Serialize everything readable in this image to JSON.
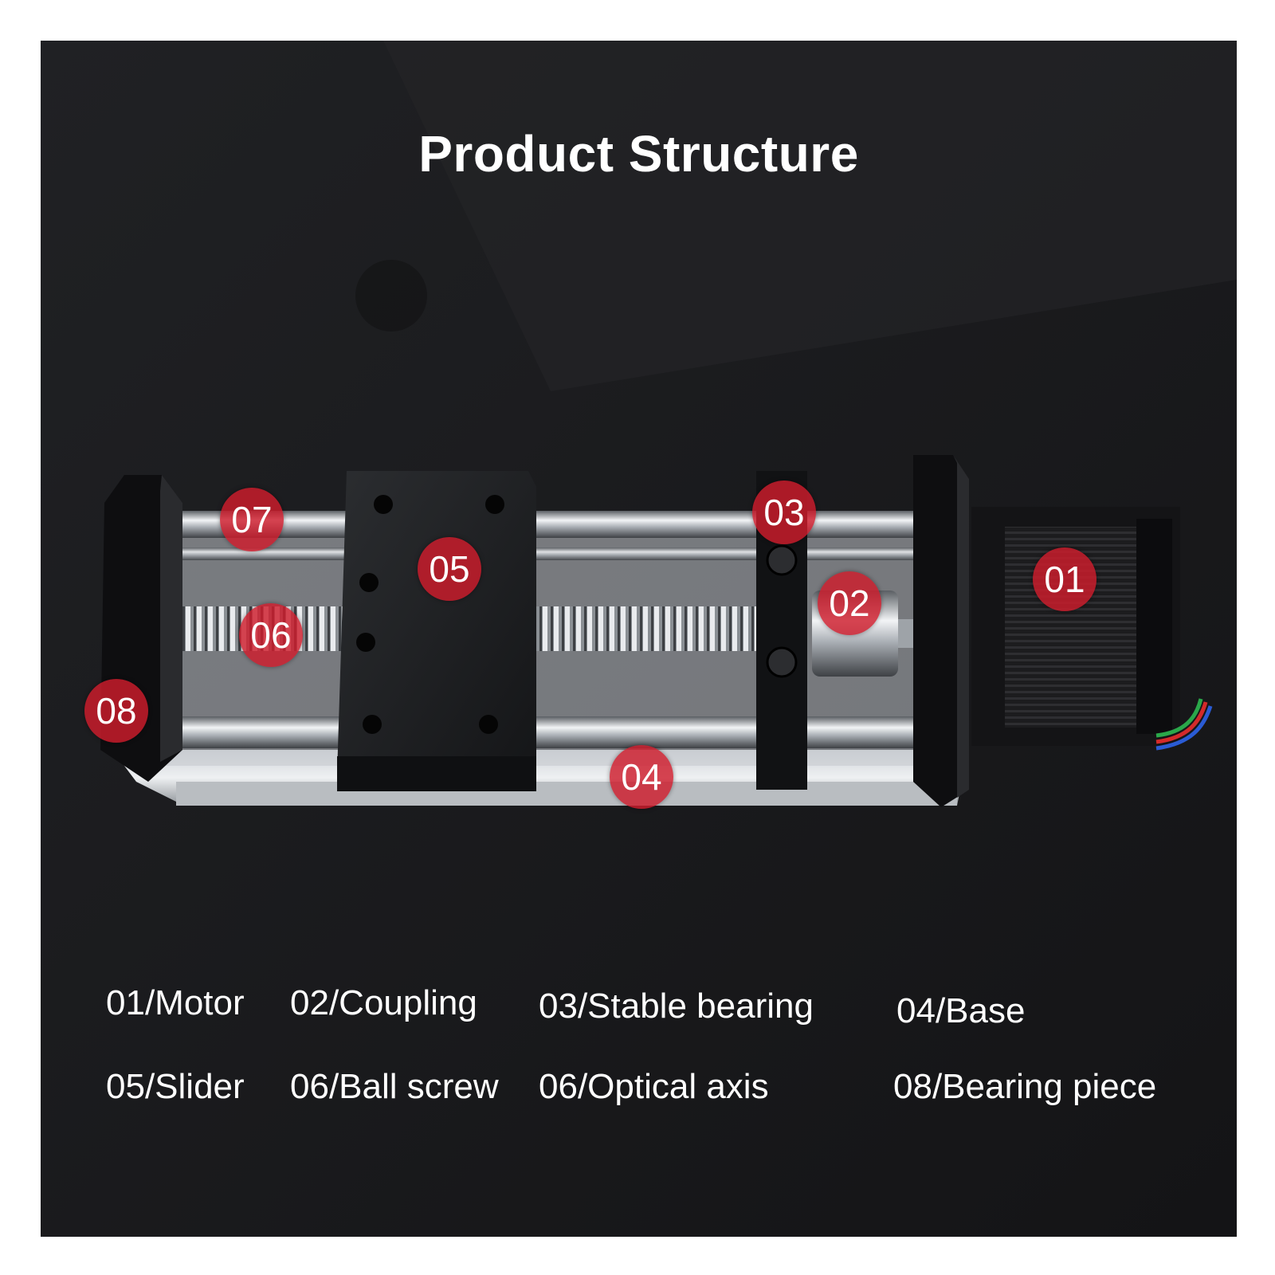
{
  "title": "Product Structure",
  "callouts": [
    "01",
    "02",
    "03",
    "04",
    "05",
    "06",
    "07",
    "08"
  ],
  "legend": [
    "01/Motor",
    "02/Coupling",
    "03/Stable bearing",
    "04/Base",
    "05/Slider",
    "06/Ball screw",
    "06/Optical axis",
    "08/Bearing piece"
  ],
  "colors": {
    "background": "#1a1a1c",
    "badge": "#ce1c2c",
    "text": "#ffffff"
  }
}
